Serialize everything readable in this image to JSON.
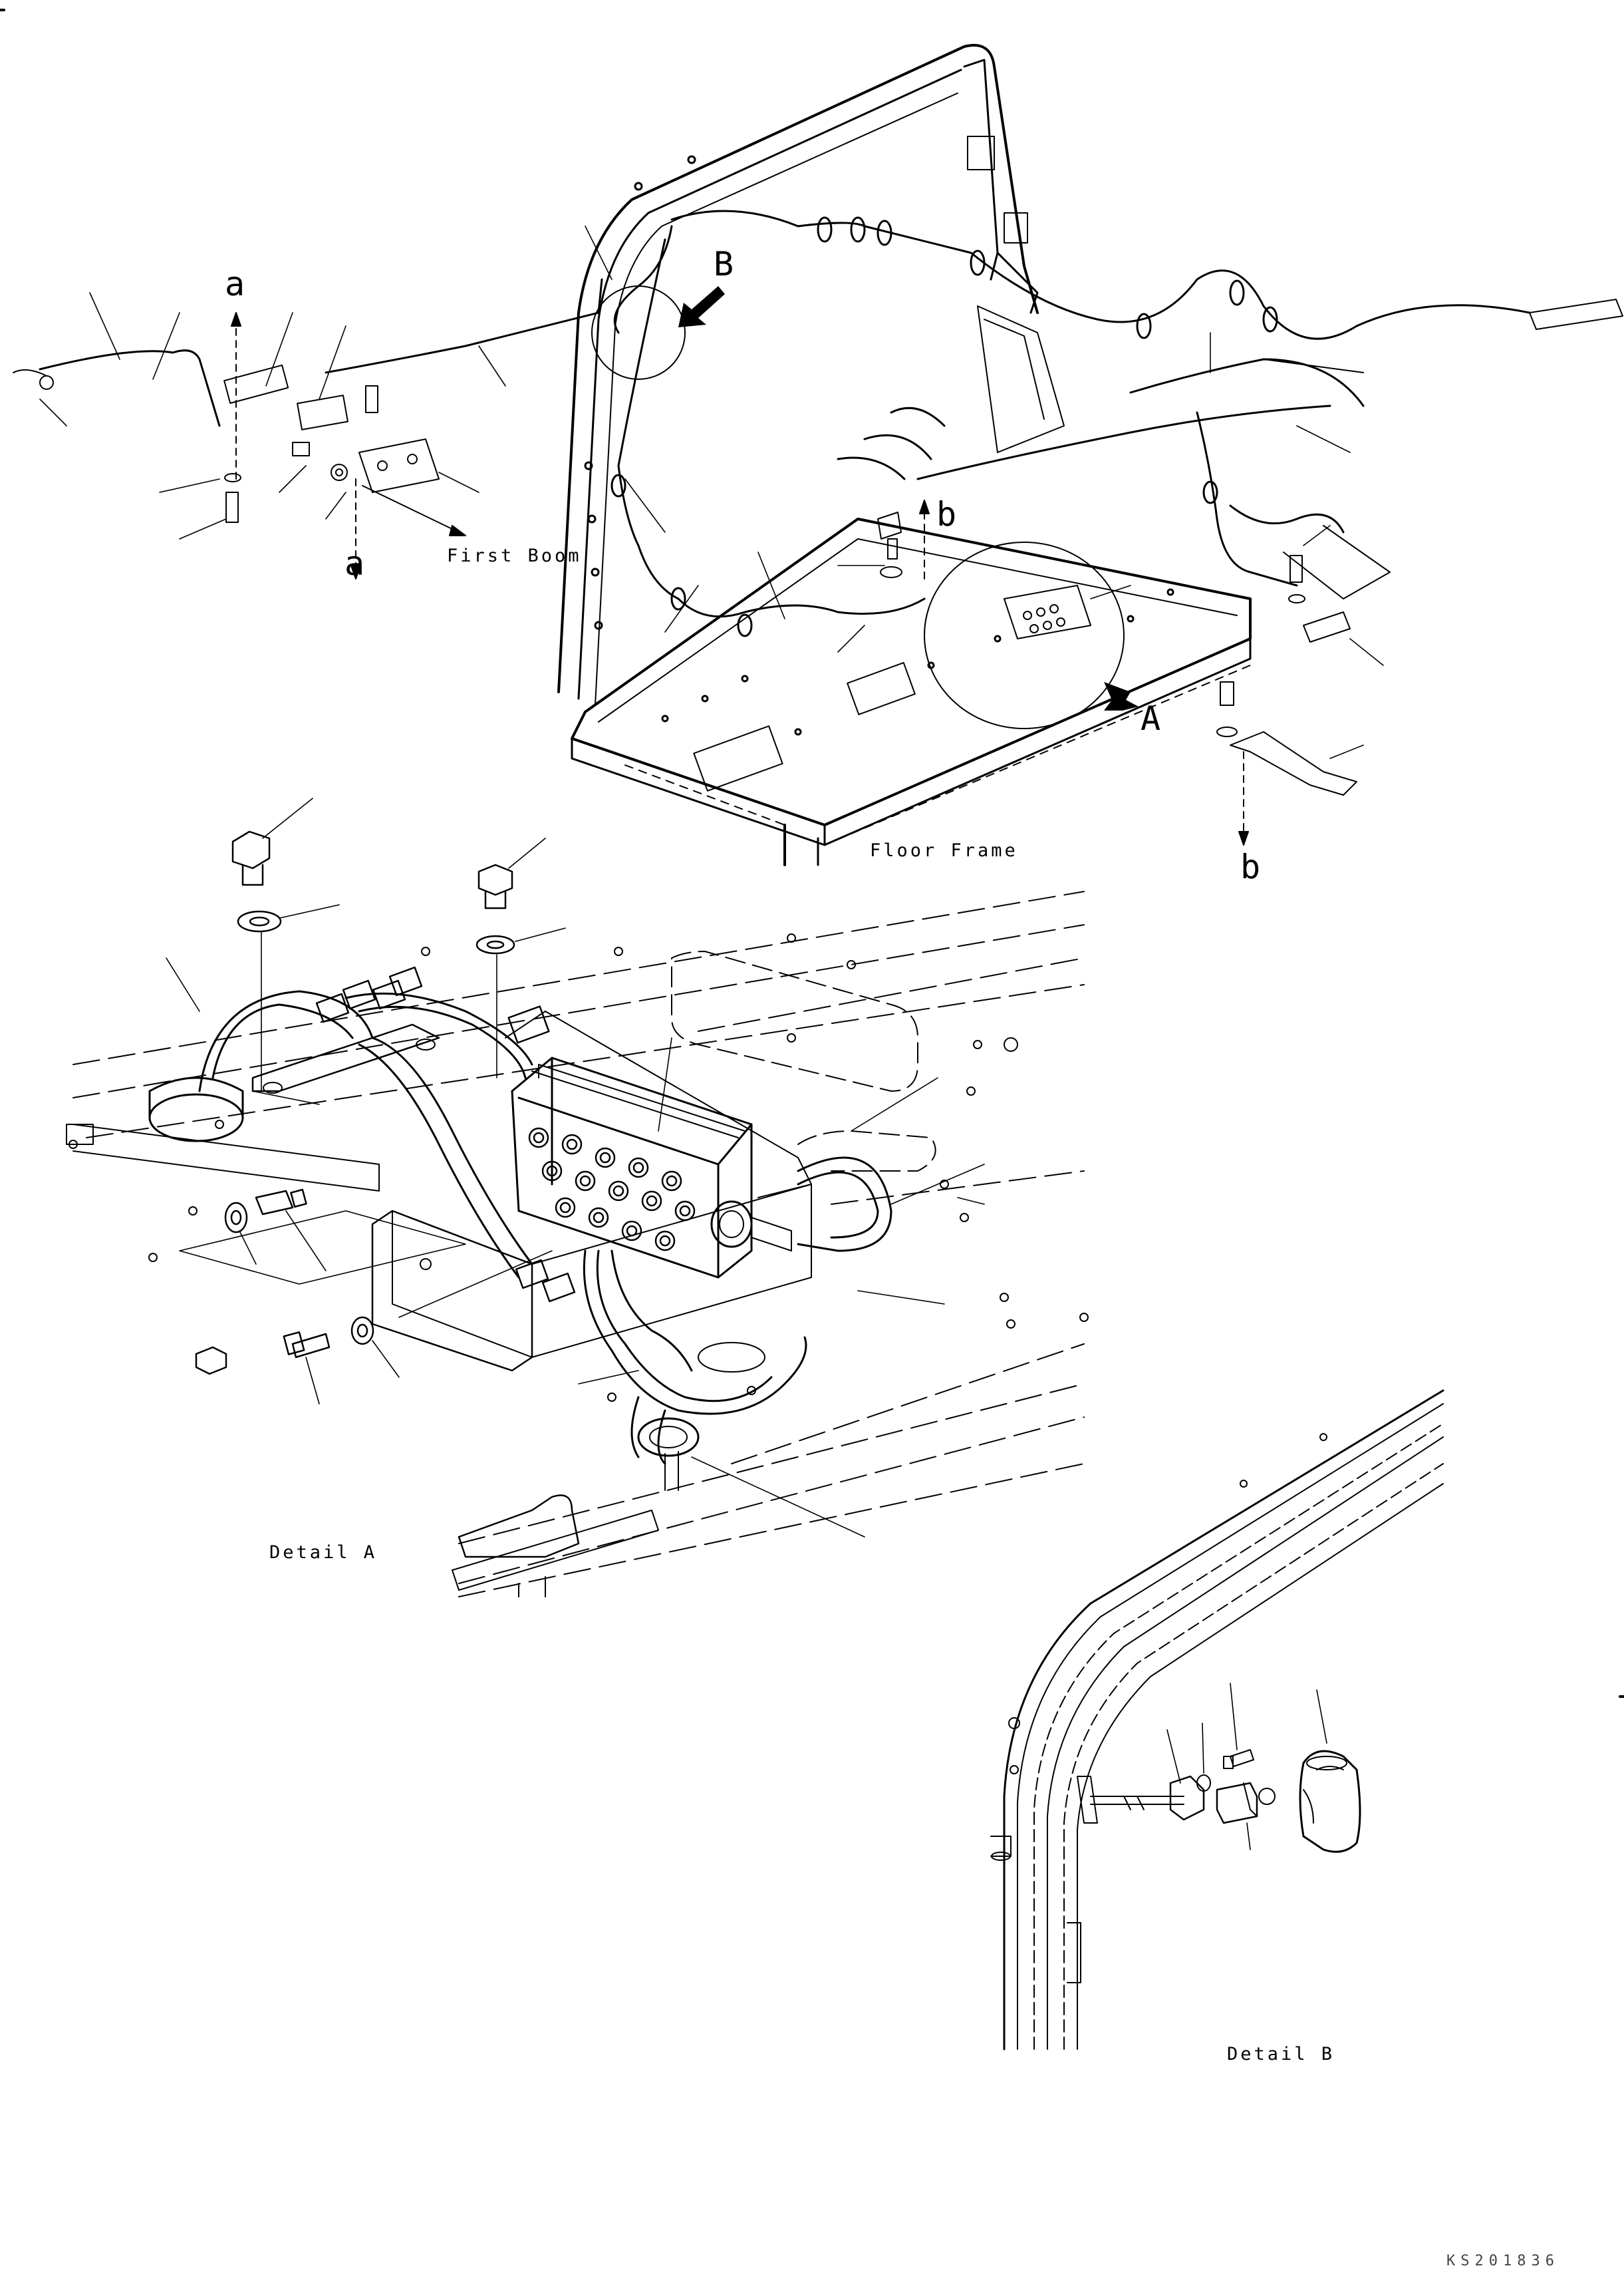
{
  "labels": {
    "first_boom": "First Boom",
    "floor_frame": "Floor Frame",
    "detail_a": "Detail A",
    "detail_b": "Detail B",
    "ref_a": "A",
    "ref_b": "B",
    "arrow_a_top": "a",
    "arrow_a_bottom": "a",
    "arrow_b_top": "b",
    "arrow_b_bottom": "b",
    "drawing_code": "KS201836"
  }
}
